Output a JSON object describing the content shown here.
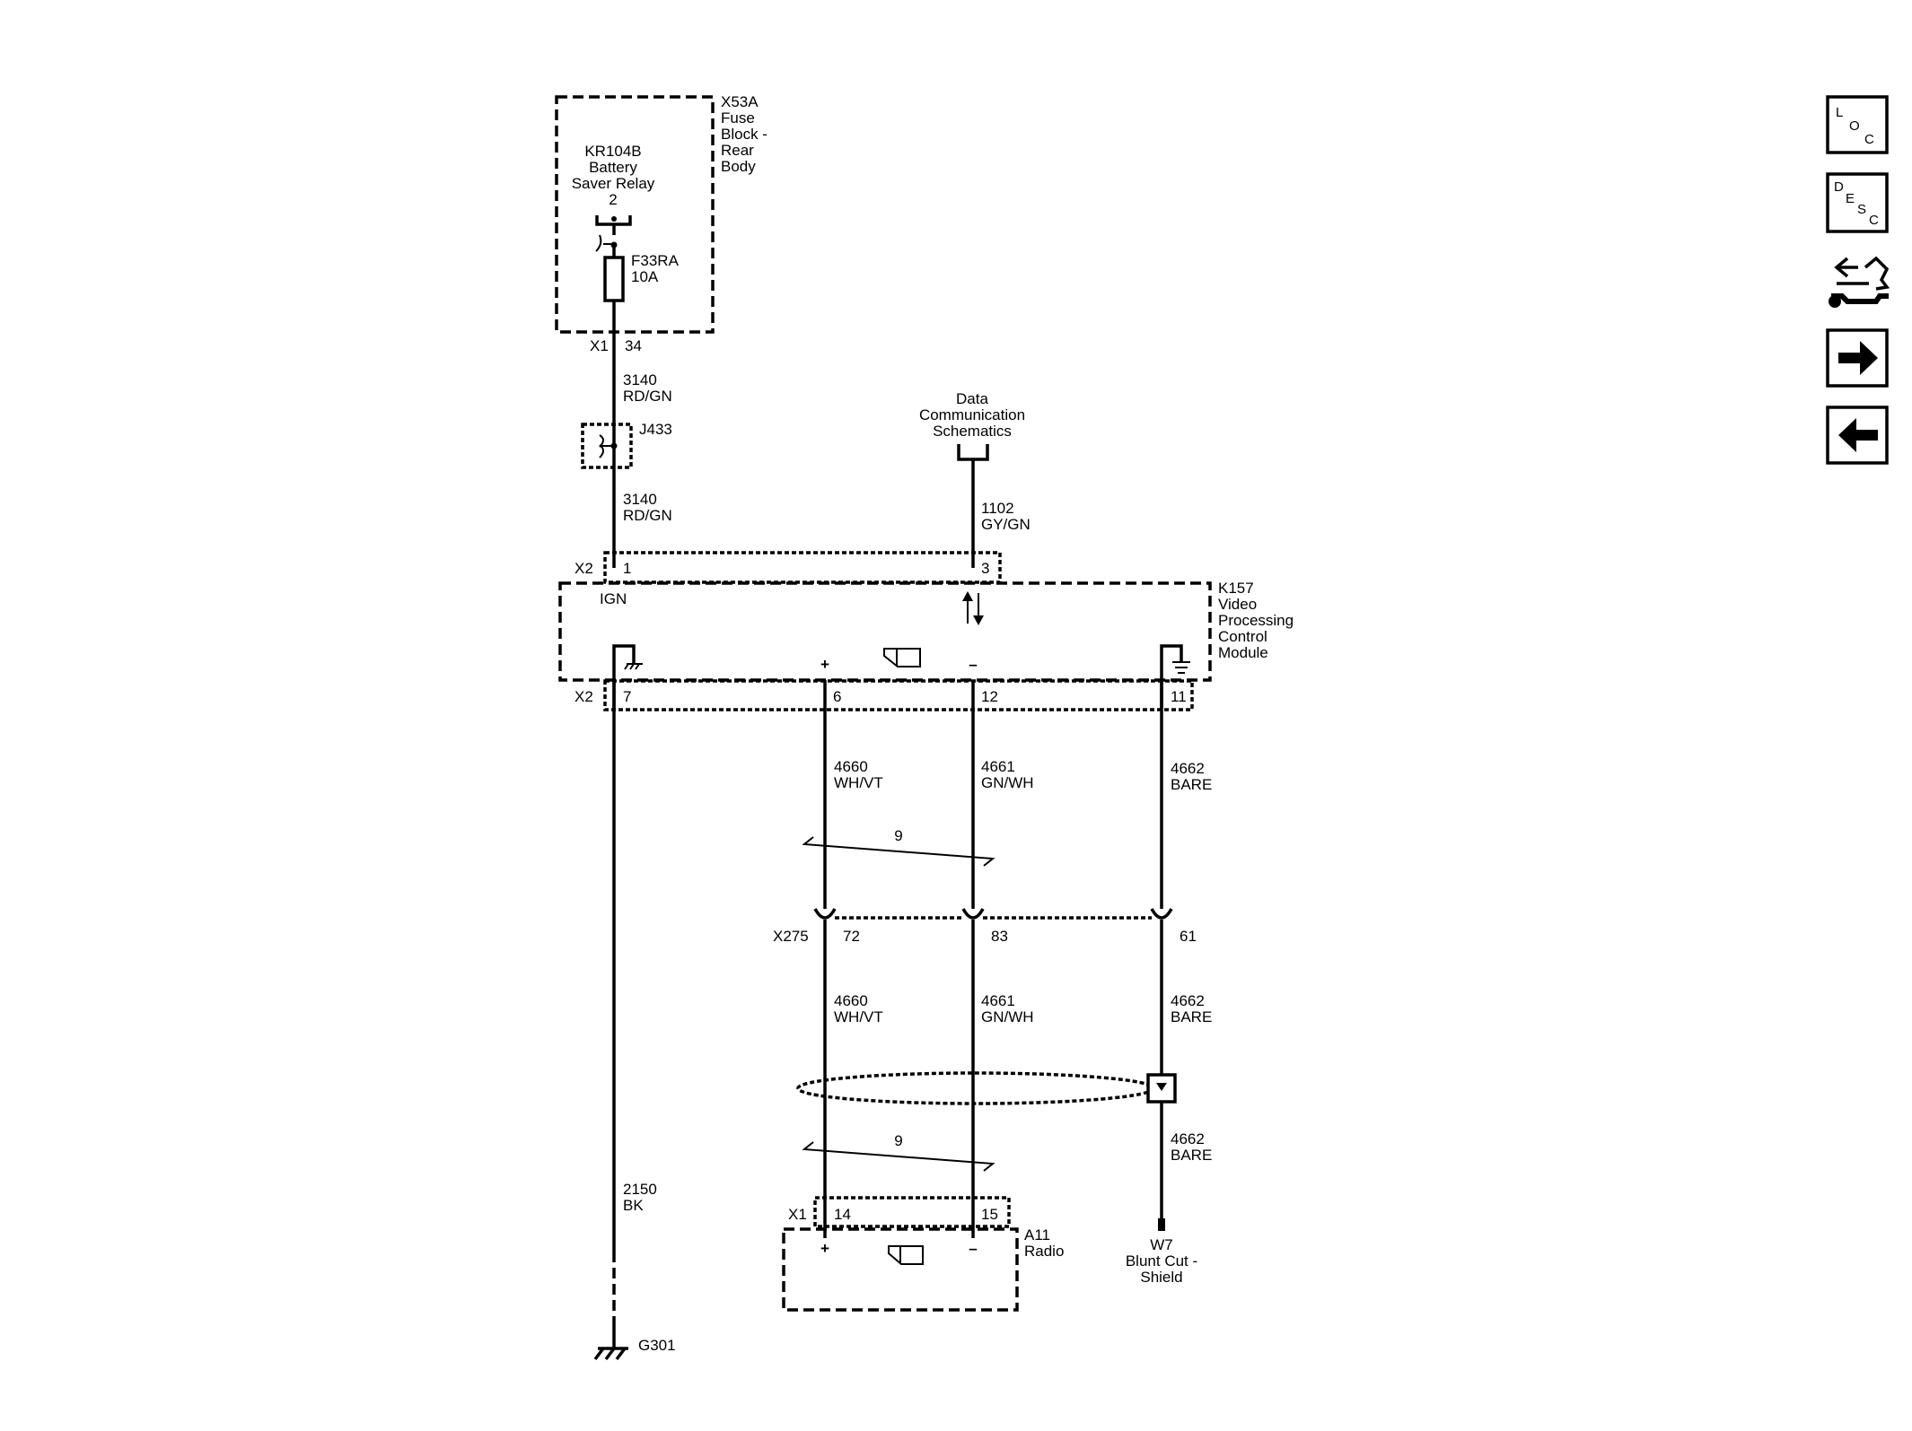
{
  "fuse_block": {
    "ref": "X53A",
    "line1": "Fuse",
    "line2": "Block -",
    "line3": "Rear",
    "line4": "Body",
    "relay_ref": "KR104B",
    "relay_line1": "Battery",
    "relay_line2": "Saver Relay",
    "relay_pin": "2",
    "fuse_ref": "F33RA",
    "fuse_rating": "10A",
    "conn": "X1",
    "conn_pin": "34"
  },
  "wires": {
    "w3140_top": {
      "circuit": "3140",
      "color": "RD/GN"
    },
    "w3140_bottom": {
      "circuit": "3140",
      "color": "RD/GN"
    },
    "w1102": {
      "circuit": "1102",
      "color": "GY/GN"
    },
    "w4660_top": {
      "circuit": "4660",
      "color": "WH/VT"
    },
    "w4661_top": {
      "circuit": "4661",
      "color": "GN/WH"
    },
    "w4662_top": {
      "circuit": "4662",
      "color": "BARE"
    },
    "w4660_mid": {
      "circuit": "4660",
      "color": "WH/VT"
    },
    "w4661_mid": {
      "circuit": "4661",
      "color": "GN/WH"
    },
    "w4662_mid": {
      "circuit": "4662",
      "color": "BARE"
    },
    "w4662_bottom": {
      "circuit": "4662",
      "color": "BARE"
    },
    "w2150": {
      "circuit": "2150",
      "color": "BK"
    }
  },
  "splice": {
    "ref": "J433"
  },
  "data_comm": {
    "line1": "Data",
    "line2": "Communication",
    "line3": "Schematics"
  },
  "module": {
    "ref": "K157",
    "line1": "Video",
    "line2": "Processing",
    "line3": "Control",
    "line4": "Module",
    "conn": "X2",
    "pin1": "1",
    "pin3": "3",
    "pin7": "7",
    "pin6": "6",
    "pin12": "12",
    "pin11": "11",
    "ign_label": "IGN",
    "plus": "+",
    "minus": "–"
  },
  "twist_top": {
    "label": "9"
  },
  "twist_bottom": {
    "label": "9"
  },
  "inline_conn": {
    "ref": "X275",
    "pin72": "72",
    "pin83": "83",
    "pin61": "61"
  },
  "radio": {
    "ref": "A11",
    "name": "Radio",
    "conn": "X1",
    "pin14": "14",
    "pin15": "15",
    "plus": "+",
    "minus": "–"
  },
  "shield_end": {
    "ref": "W7",
    "line1": "Blunt Cut -",
    "line2": "Shield"
  },
  "ground": {
    "ref": "G301"
  },
  "nav": {
    "loc": {
      "l1": "L",
      "l2": "O",
      "l3": "C"
    },
    "desc": {
      "l1": "D",
      "l2": "E",
      "l3": "S",
      "l4": "C"
    }
  }
}
